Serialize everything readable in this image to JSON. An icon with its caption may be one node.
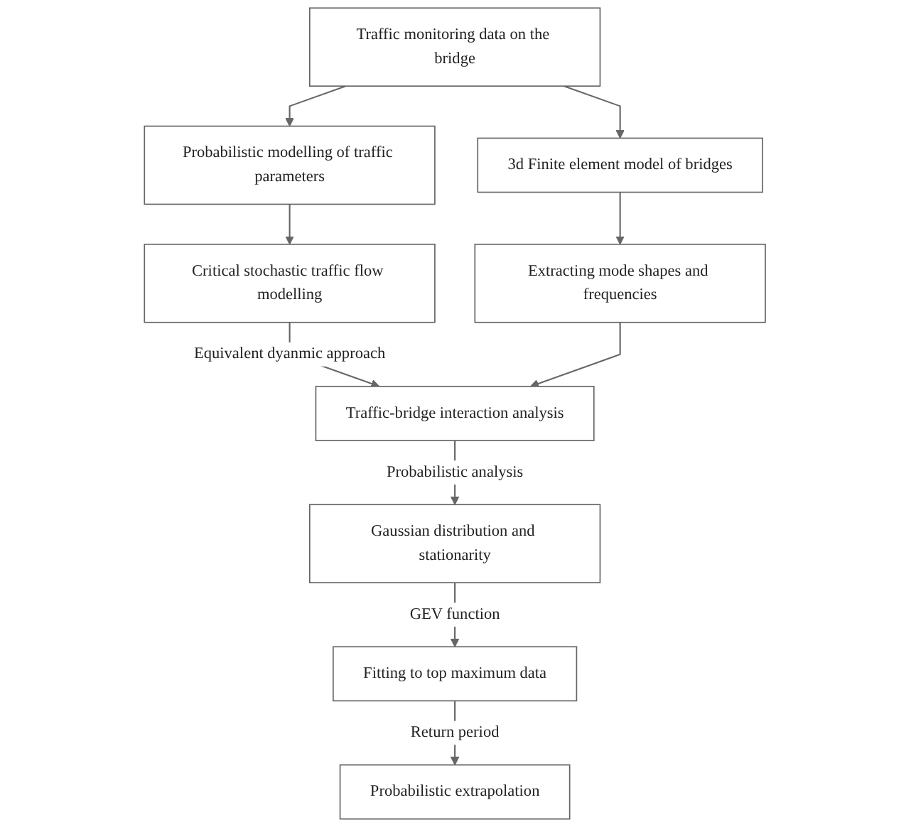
{
  "diagram": {
    "nodes": [
      {
        "text": [
          "Traffic monitoring data on the bridge"
        ]
      },
      {
        "text": [
          "Probabilistic modelling of traffic parameters"
        ]
      },
      {
        "text": [
          "Critical stochastic traffic flow modelling"
        ]
      },
      {
        "text": [
          "3d Finite element model of bridges"
        ]
      },
      {
        "text": [
          "Extracting mode shapes and frequencies"
        ]
      },
      {
        "text": [
          "Traffic-bridge interaction analysis"
        ]
      },
      {
        "text": [
          "Gaussian distribution and stationarity"
        ]
      },
      {
        "text": [
          "Fitting to top maximum data"
        ]
      },
      {
        "text": [
          "Probabilistic extrapolation"
        ]
      }
    ],
    "edges": [
      {
        "from": 0,
        "to": 1,
        "arrow": "to"
      },
      {
        "from": 0,
        "to": 3,
        "arrow": "to"
      },
      {
        "from": 1,
        "to": 2,
        "arrow": "to"
      },
      {
        "from": 3,
        "to": 4,
        "arrow": "to"
      },
      {
        "from": 2,
        "to": 5,
        "arrow": "to",
        "label": "Equivalent dyanmic approach"
      },
      {
        "from": 4,
        "to": 5,
        "arrow": "to"
      },
      {
        "from": 5,
        "to": 6,
        "arrow": "to",
        "label": "Probabilistic analysis"
      },
      {
        "from": 6,
        "to": 7,
        "arrow": "to",
        "label": "GEV function"
      },
      {
        "from": 7,
        "to": 8,
        "arrow": "to",
        "label": "Return period"
      }
    ]
  }
}
